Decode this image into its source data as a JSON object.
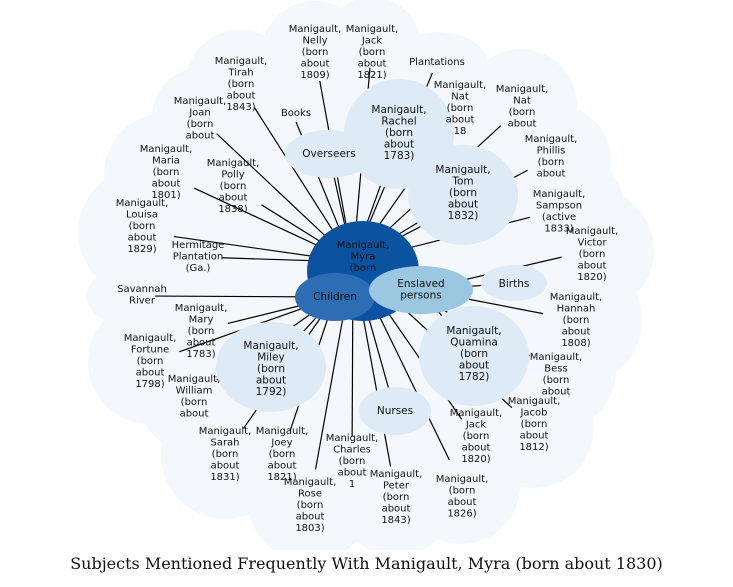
{
  "caption": "Subjects Mentioned Frequently With Manigault, Myra (born about 1830)",
  "colors": {
    "halo": "#f4f8fd",
    "satellite": "#deeaf6",
    "children": "#2d6db3",
    "enslaved": "#9cc7e1",
    "center": "#0b52a0",
    "edge": "#000000"
  },
  "center": {
    "id": "myra",
    "lines": [
      "Manigault,",
      "Myra",
      "(born"
    ]
  },
  "hubs": [
    {
      "id": "children",
      "lines": [
        "Children"
      ]
    },
    {
      "id": "enslaved",
      "lines": [
        "Enslaved",
        "persons"
      ]
    }
  ],
  "satellites": [
    {
      "id": "rachel",
      "lines": [
        "Manigault,",
        "Rachel",
        "(born",
        "about",
        "1783)"
      ]
    },
    {
      "id": "tom",
      "lines": [
        "Manigault,",
        "Tom",
        "(born",
        "about",
        "1832)"
      ]
    },
    {
      "id": "quamina",
      "lines": [
        "Manigault,",
        "Quamina",
        "(born",
        "about",
        "1782)"
      ]
    },
    {
      "id": "miley",
      "lines": [
        "Manigault,",
        "Miley",
        "(born",
        "about",
        "1792)"
      ]
    },
    {
      "id": "overseers",
      "lines": [
        "Overseers"
      ]
    },
    {
      "id": "births",
      "lines": [
        "Births"
      ]
    },
    {
      "id": "nurses",
      "lines": [
        "Nurses"
      ]
    }
  ],
  "outer": [
    {
      "id": "nelly",
      "lines": [
        "Manigault,",
        "Nelly",
        "(born",
        "about",
        "1809)"
      ]
    },
    {
      "id": "jack1821",
      "lines": [
        "Manigault,",
        "Jack",
        "(born",
        "about",
        "1821)"
      ]
    },
    {
      "id": "plantations",
      "lines": [
        "Plantations"
      ]
    },
    {
      "id": "tirah",
      "lines": [
        "Manigault,",
        "Tirah",
        "(born",
        "about",
        "1843)"
      ]
    },
    {
      "id": "books",
      "lines": [
        "Books"
      ]
    },
    {
      "id": "joan",
      "lines": [
        "Manigault,",
        "Joan",
        "(born",
        "about"
      ]
    },
    {
      "id": "nat1",
      "lines": [
        "Manigault,",
        "Nat",
        "(born",
        "about",
        "18"
      ]
    },
    {
      "id": "nat2",
      "lines": [
        "Manigault,",
        "Nat",
        "(born",
        "about"
      ]
    },
    {
      "id": "phillis",
      "lines": [
        "Manigault,",
        "Phillis",
        "(born",
        "about"
      ]
    },
    {
      "id": "maria",
      "lines": [
        "Manigault,",
        "Maria",
        "(born",
        "about",
        "1801)"
      ]
    },
    {
      "id": "polly",
      "lines": [
        "Manigault,",
        "Polly",
        "(born",
        "about",
        "1838)"
      ]
    },
    {
      "id": "sampson",
      "lines": [
        "Manigault,",
        "Sampson",
        "(active",
        "1833)"
      ]
    },
    {
      "id": "louisa",
      "lines": [
        "Manigault,",
        "Louisa",
        "(born",
        "about",
        "1829)"
      ]
    },
    {
      "id": "hermitage",
      "lines": [
        "Hermitage",
        "Plantation",
        "(Ga.)"
      ]
    },
    {
      "id": "victor",
      "lines": [
        "Manigault,",
        "Victor",
        "(born",
        "about",
        "1820)"
      ]
    },
    {
      "id": "savannah",
      "lines": [
        "Savannah",
        "River"
      ]
    },
    {
      "id": "hannah",
      "lines": [
        "Manigault,",
        "Hannah",
        "(born",
        "about",
        "1808)"
      ]
    },
    {
      "id": "mary",
      "lines": [
        "Manigault,",
        "Mary",
        "(born",
        "about",
        "1783)"
      ]
    },
    {
      "id": "manfortune",
      "lines": [
        "Manigault,",
        "Fortune",
        "(born",
        "about",
        "1798)"
      ]
    },
    {
      "id": "bess",
      "lines": [
        "Manigault,",
        "Bess",
        "(born",
        "about"
      ]
    },
    {
      "id": "william",
      "lines": [
        "Manigault,",
        "William",
        "(born",
        "about"
      ]
    },
    {
      "id": "jacob",
      "lines": [
        "Manigault,",
        "Jacob",
        "(born",
        "about",
        "1812)"
      ]
    },
    {
      "id": "jack1820",
      "lines": [
        "Manigault,",
        "Jack",
        "(born",
        "about",
        "1820)"
      ]
    },
    {
      "id": "sarah",
      "lines": [
        "Manigault,",
        "Sarah",
        "(born",
        "about",
        "1831)"
      ]
    },
    {
      "id": "joey",
      "lines": [
        "Manigault,",
        "Joey",
        "(born",
        "about",
        "1821)"
      ]
    },
    {
      "id": "charles",
      "lines": [
        "Manigault,",
        "Charles",
        "(born",
        "about",
        "1"
      ]
    },
    {
      "id": "peter",
      "lines": [
        "Manigault,",
        "Peter",
        "(born",
        "about",
        "1843)"
      ]
    },
    {
      "id": "rose",
      "lines": [
        "Manigault,",
        "Rose",
        "(born",
        "about",
        "1803)"
      ]
    },
    {
      "id": "x1826",
      "lines": [
        "Manigault,",
        "(born",
        "about",
        "1826)"
      ]
    }
  ]
}
